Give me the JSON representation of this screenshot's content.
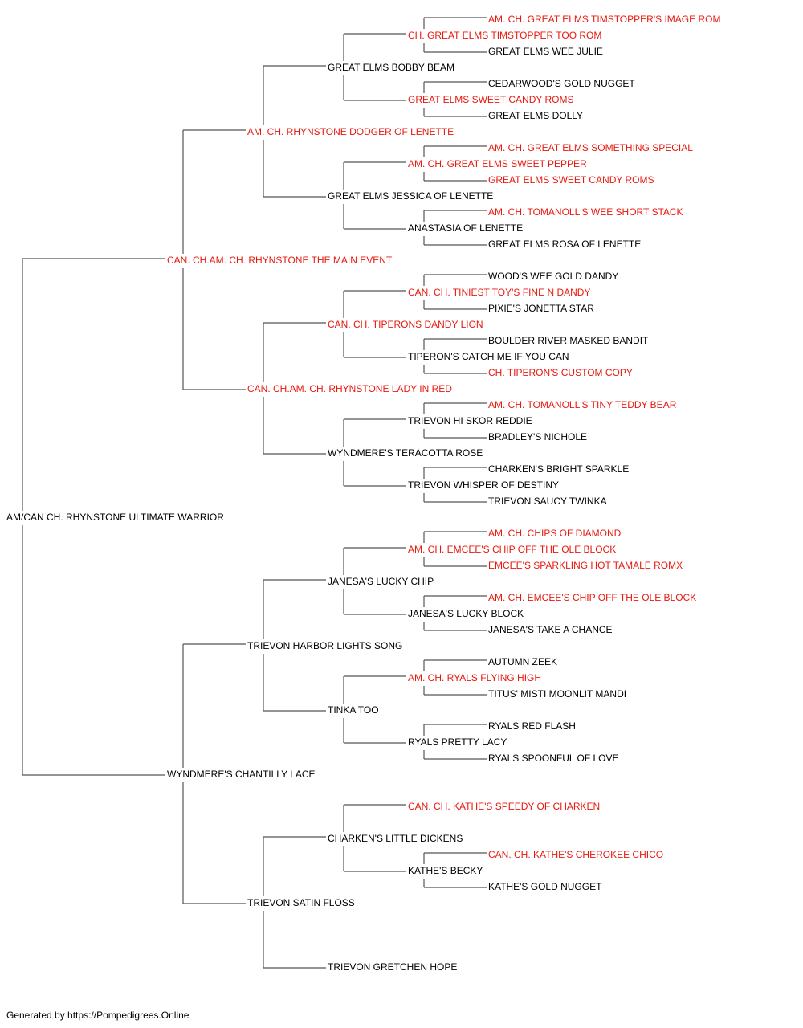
{
  "colors": {
    "champion": "#e8190f",
    "normal": "#000000",
    "line": "#555555"
  },
  "pedigree": {
    "name": "AM/CAN CH. RHYNSTONE ULTIMATE WARRIOR",
    "ch": false,
    "sire": {
      "name": "CAN. CH.AM. CH. RHYNSTONE THE MAIN EVENT",
      "ch": true,
      "sire": {
        "name": "AM. CH. RHYNSTONE DODGER OF LENETTE",
        "ch": true,
        "sire": {
          "name": "GREAT ELMS BOBBY BEAM",
          "ch": false,
          "sire": {
            "name": "CH. GREAT ELMS TIMSTOPPER TOO ROM",
            "ch": true,
            "sire": {
              "name": "AM. CH. GREAT ELMS TIMSTOPPER'S IMAGE ROM",
              "ch": true
            },
            "dam": {
              "name": "GREAT ELMS WEE JULIE",
              "ch": false
            }
          },
          "dam": {
            "name": "GREAT ELMS SWEET CANDY ROMS",
            "ch": true,
            "sire": {
              "name": "CEDARWOOD'S GOLD NUGGET",
              "ch": false
            },
            "dam": {
              "name": "GREAT ELMS DOLLY",
              "ch": false
            }
          }
        },
        "dam": {
          "name": "GREAT ELMS JESSICA OF LENETTE",
          "ch": false,
          "sire": {
            "name": "AM. CH. GREAT ELMS SWEET PEPPER",
            "ch": true,
            "sire": {
              "name": "AM. CH. GREAT ELMS SOMETHING SPECIAL",
              "ch": true
            },
            "dam": {
              "name": "GREAT ELMS SWEET CANDY ROMS",
              "ch": true
            }
          },
          "dam": {
            "name": "ANASTASIA OF LENETTE",
            "ch": false,
            "sire": {
              "name": "AM. CH. TOMANOLL'S WEE SHORT STACK",
              "ch": true
            },
            "dam": {
              "name": "GREAT ELMS ROSA OF LENETTE",
              "ch": false
            }
          }
        }
      },
      "dam": {
        "name": "CAN. CH.AM. CH. RHYNSTONE LADY IN RED",
        "ch": true,
        "sire": {
          "name": "CAN. CH. TIPERONS DANDY LION",
          "ch": true,
          "sire": {
            "name": "CAN. CH. TINIEST TOY'S FINE N DANDY",
            "ch": true,
            "sire": {
              "name": "WOOD'S WEE GOLD DANDY",
              "ch": false
            },
            "dam": {
              "name": "PIXIE'S JONETTA STAR",
              "ch": false
            }
          },
          "dam": {
            "name": "TIPERON'S CATCH ME IF YOU CAN",
            "ch": false,
            "sire": {
              "name": "BOULDER RIVER MASKED BANDIT",
              "ch": false
            },
            "dam": {
              "name": "CH. TIPERON'S CUSTOM COPY",
              "ch": true
            }
          }
        },
        "dam": {
          "name": "WYNDMERE'S TERACOTTA ROSE",
          "ch": false,
          "sire": {
            "name": "TRIEVON HI SKOR REDDIE",
            "ch": false,
            "sire": {
              "name": "AM. CH. TOMANOLL'S TINY TEDDY BEAR",
              "ch": true
            },
            "dam": {
              "name": "BRADLEY'S NICHOLE",
              "ch": false
            }
          },
          "dam": {
            "name": "TRIEVON WHISPER OF DESTINY",
            "ch": false,
            "sire": {
              "name": "CHARKEN'S BRIGHT SPARKLE",
              "ch": false
            },
            "dam": {
              "name": "TRIEVON SAUCY TWINKA",
              "ch": false
            }
          }
        }
      }
    },
    "dam": {
      "name": "WYNDMERE'S CHANTILLY LACE",
      "ch": false,
      "sire": {
        "name": "TRIEVON HARBOR LIGHTS SONG",
        "ch": false,
        "sire": {
          "name": "JANESA'S LUCKY CHIP",
          "ch": false,
          "sire": {
            "name": "AM. CH. EMCEE'S CHIP OFF THE OLE BLOCK",
            "ch": true,
            "sire": {
              "name": "AM. CH. CHIPS OF DIAMOND",
              "ch": true
            },
            "dam": {
              "name": "EMCEE'S SPARKLING HOT TAMALE ROMX",
              "ch": true
            }
          },
          "dam": {
            "name": "JANESA'S LUCKY BLOCK",
            "ch": false,
            "sire": {
              "name": "AM. CH. EMCEE'S CHIP OFF THE OLE BLOCK",
              "ch": true
            },
            "dam": {
              "name": "JANESA'S TAKE A CHANCE",
              "ch": false
            }
          }
        },
        "dam": {
          "name": "TINKA TOO",
          "ch": false,
          "sire": {
            "name": "AM. CH. RYALS FLYING HIGH",
            "ch": true,
            "sire": {
              "name": "AUTUMN ZEEK",
              "ch": false
            },
            "dam": {
              "name": "TITUS' MISTI MOONLIT MANDI",
              "ch": false
            }
          },
          "dam": {
            "name": "RYALS PRETTY LACY",
            "ch": false,
            "sire": {
              "name": "RYALS RED FLASH",
              "ch": false
            },
            "dam": {
              "name": "RYALS SPOONFUL OF LOVE",
              "ch": false
            }
          }
        }
      },
      "dam": {
        "name": "TRIEVON SATIN FLOSS",
        "ch": false,
        "sire": {
          "name": "CHARKEN'S LITTLE DICKENS",
          "ch": false,
          "sire": {
            "name": "CAN. CH. KATHE'S SPEEDY OF CHARKEN",
            "ch": true
          },
          "dam": {
            "name": "KATHE'S BECKY",
            "ch": false,
            "sire": {
              "name": "CAN. CH. KATHE'S CHEROKEE CHICO",
              "ch": true
            },
            "dam": {
              "name": "KATHE'S GOLD NUGGET",
              "ch": false
            }
          }
        },
        "dam": {
          "name": "TRIEVON GRETCHEN HOPE",
          "ch": false
        }
      }
    }
  },
  "footer": {
    "text": "Generated by https://Pompedigrees.Online"
  }
}
